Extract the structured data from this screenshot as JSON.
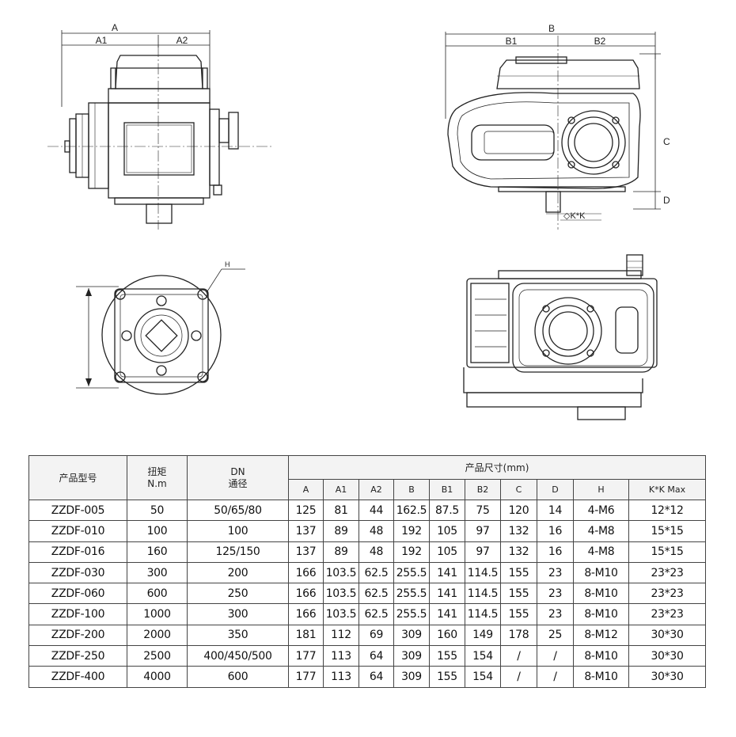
{
  "dimensions": {
    "A": "A",
    "A1": "A1",
    "A2": "A2",
    "B": "B",
    "B1": "B1",
    "B2": "B2",
    "C": "C",
    "D": "D",
    "H": "H",
    "KK": "◇K*K"
  },
  "table": {
    "col_model": "产品型号",
    "col_torque_line1": "扭矩",
    "col_torque_line2": "N.m",
    "col_dn_line1": "DN",
    "col_dn_line2": "通径",
    "col_size": "产品尺寸(mm)",
    "sub_headers": [
      "A",
      "A1",
      "A2",
      "B",
      "B1",
      "B2",
      "C",
      "D",
      "H",
      "K*K  Max"
    ],
    "rows": [
      [
        "ZZDF-005",
        "50",
        "50/65/80",
        "125",
        "81",
        "44",
        "162.5",
        "87.5",
        "75",
        "120",
        "14",
        "4-M6",
        "12*12"
      ],
      [
        "ZZDF-010",
        "100",
        "100",
        "137",
        "89",
        "48",
        "192",
        "105",
        "97",
        "132",
        "16",
        "4-M8",
        "15*15"
      ],
      [
        "ZZDF-016",
        "160",
        "125/150",
        "137",
        "89",
        "48",
        "192",
        "105",
        "97",
        "132",
        "16",
        "4-M8",
        "15*15"
      ],
      [
        "ZZDF-030",
        "300",
        "200",
        "166",
        "103.5",
        "62.5",
        "255.5",
        "141",
        "114.5",
        "155",
        "23",
        "8-M10",
        "23*23"
      ],
      [
        "ZZDF-060",
        "600",
        "250",
        "166",
        "103.5",
        "62.5",
        "255.5",
        "141",
        "114.5",
        "155",
        "23",
        "8-M10",
        "23*23"
      ],
      [
        "ZZDF-100",
        "1000",
        "300",
        "166",
        "103.5",
        "62.5",
        "255.5",
        "141",
        "114.5",
        "155",
        "23",
        "8-M10",
        "23*23"
      ],
      [
        "ZZDF-200",
        "2000",
        "350",
        "181",
        "112",
        "69",
        "309",
        "160",
        "149",
        "178",
        "25",
        "8-M12",
        "30*30"
      ],
      [
        "ZZDF-250",
        "2500",
        "400/450/500",
        "177",
        "113",
        "64",
        "309",
        "155",
        "154",
        "/",
        "/",
        "8-M10",
        "30*30"
      ],
      [
        "ZZDF-400",
        "4000",
        "600",
        "177",
        "113",
        "64",
        "309",
        "155",
        "154",
        "/",
        "/",
        "8-M10",
        "30*30"
      ]
    ]
  }
}
